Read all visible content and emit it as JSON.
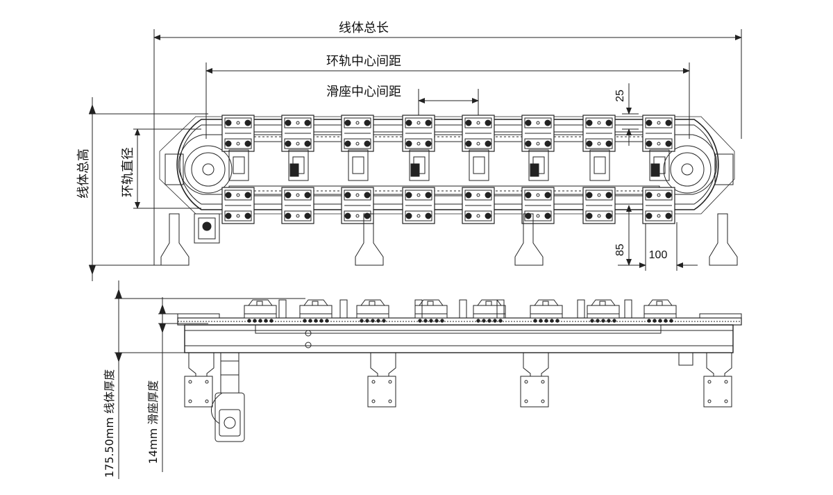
{
  "top_view": {
    "total_length_label": "线体总长",
    "ring_center_distance_label": "环轨中心间距",
    "slider_center_distance_label": "滑座中心间距",
    "line_total_height_label": "线体总高",
    "ring_diameter_label": "环轨直径",
    "dim_25": "25",
    "dim_85": "85",
    "dim_100": "100"
  },
  "side_view": {
    "line_thickness_label": "175.50mm 线体厚度",
    "slider_thickness_label": "14mm 滑座厚度"
  },
  "colors": {
    "line": "#222222",
    "background": "#ffffff"
  }
}
